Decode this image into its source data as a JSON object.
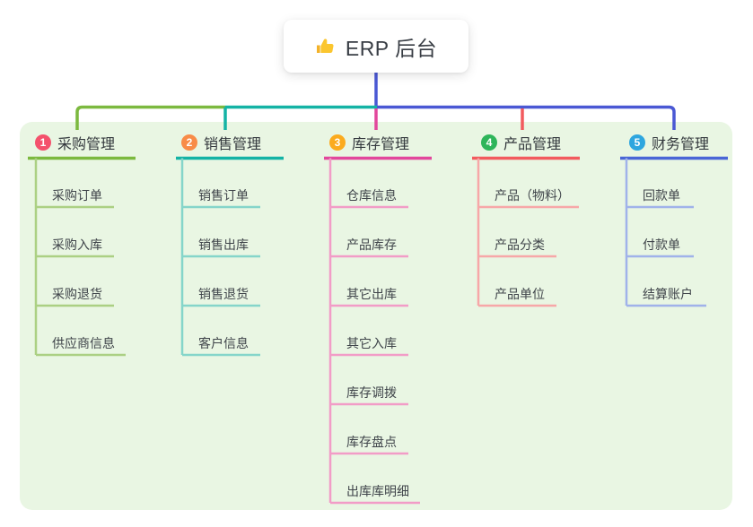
{
  "root": {
    "label": "ERP 后台",
    "icon": "thumbs-up-icon",
    "trunk_color": "#4a58d4"
  },
  "panel": {
    "background_color": "#e9f6e3"
  },
  "branches": [
    {
      "number": "1",
      "label": "采购管理",
      "badge_color": "#f4516c",
      "line_color": "#7cb93f",
      "line_color_light": "#abd083",
      "children": [
        "采购订单",
        "采购入库",
        "采购退货",
        "供应商信息"
      ]
    },
    {
      "number": "2",
      "label": "销售管理",
      "badge_color": "#f88c48",
      "line_color": "#14b3a5",
      "line_color_light": "#85d5ca",
      "children": [
        "销售订单",
        "销售出库",
        "销售退货",
        "客户信息"
      ]
    },
    {
      "number": "3",
      "label": "库存管理",
      "badge_color": "#fbab1e",
      "line_color": "#e2479c",
      "line_color_light": "#f29cc7",
      "children": [
        "仓库信息",
        "产品库存",
        "其它出库",
        "其它入库",
        "库存调拨",
        "库存盘点",
        "出库库明细"
      ]
    },
    {
      "number": "4",
      "label": "产品管理",
      "badge_color": "#2eb55a",
      "line_color": "#f25b5e",
      "line_color_light": "#f7a7a8",
      "children": [
        "产品（物料）",
        "产品分类",
        "产品单位"
      ]
    },
    {
      "number": "5",
      "label": "财务管理",
      "badge_color": "#2ea6df",
      "line_color": "#4a66d6",
      "line_color_light": "#a0b2ea",
      "children": [
        "回款单",
        "付款单",
        "结算账户"
      ]
    }
  ]
}
